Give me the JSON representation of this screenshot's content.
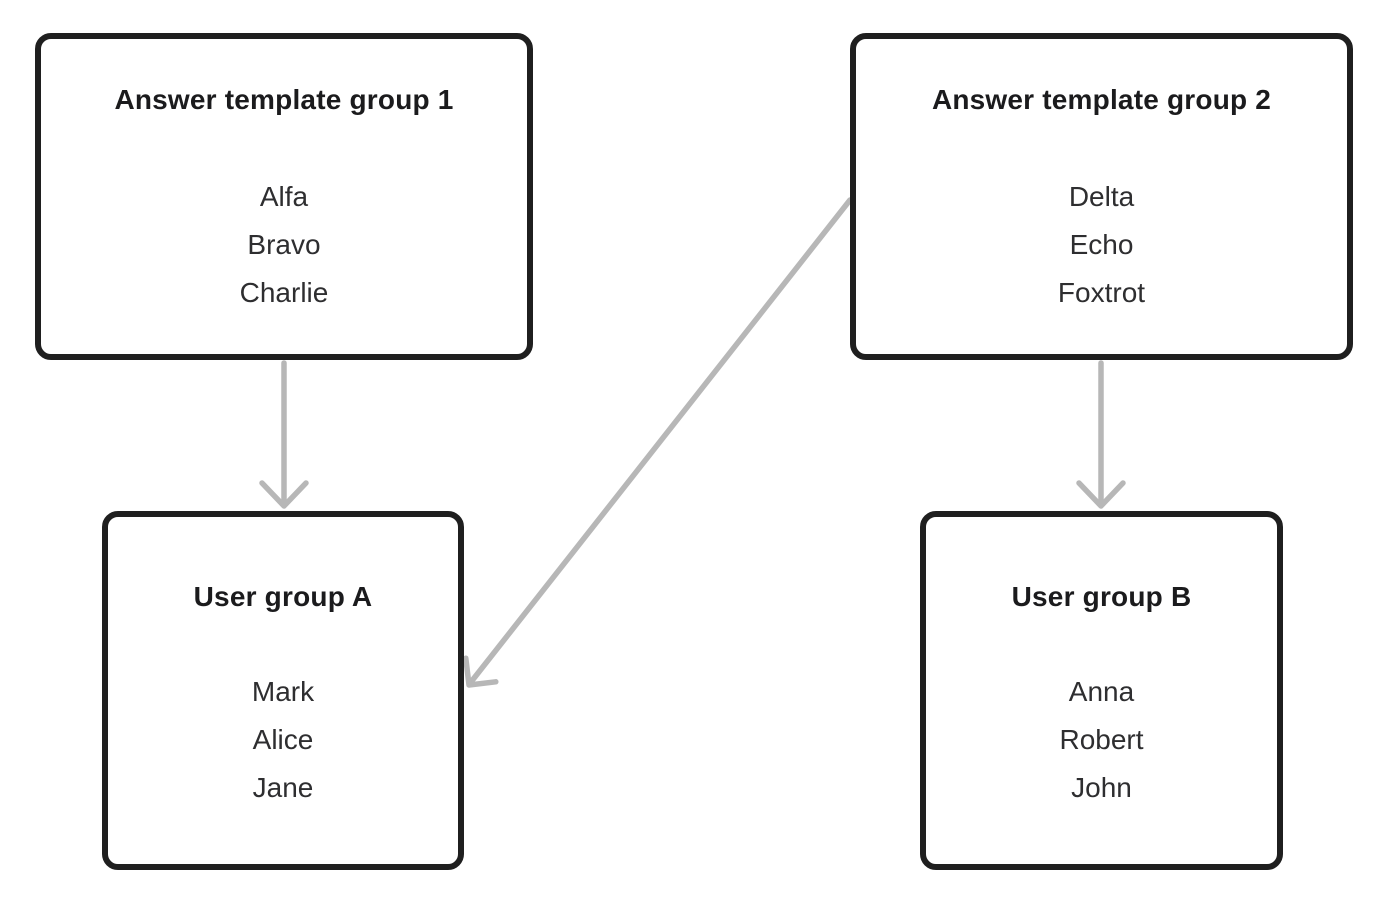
{
  "diagram": {
    "groups": [
      {
        "id": "answer-template-group-1",
        "title": "Answer template group 1",
        "members": [
          "Alfa",
          "Bravo",
          "Charlie"
        ]
      },
      {
        "id": "answer-template-group-2",
        "title": "Answer template group 2",
        "members": [
          "Delta",
          "Echo",
          "Foxtrot"
        ]
      },
      {
        "id": "user-group-a",
        "title": "User group A",
        "members": [
          "Mark",
          "Alice",
          "Jane"
        ]
      },
      {
        "id": "user-group-b",
        "title": "User group B",
        "members": [
          "Anna",
          "Robert",
          "John"
        ]
      }
    ],
    "edges": [
      {
        "from": "Answer template group 1",
        "to": "User group A"
      },
      {
        "from": "Answer template group 2",
        "to": "User group A"
      },
      {
        "from": "Answer template group 2",
        "to": "User group B"
      }
    ],
    "colors": {
      "background": "#ffffff",
      "box_border": "#1f1f1f",
      "title_text": "#1b1b1d",
      "member_text": "#2e2e30",
      "arrow": "#b7b7b7"
    }
  }
}
